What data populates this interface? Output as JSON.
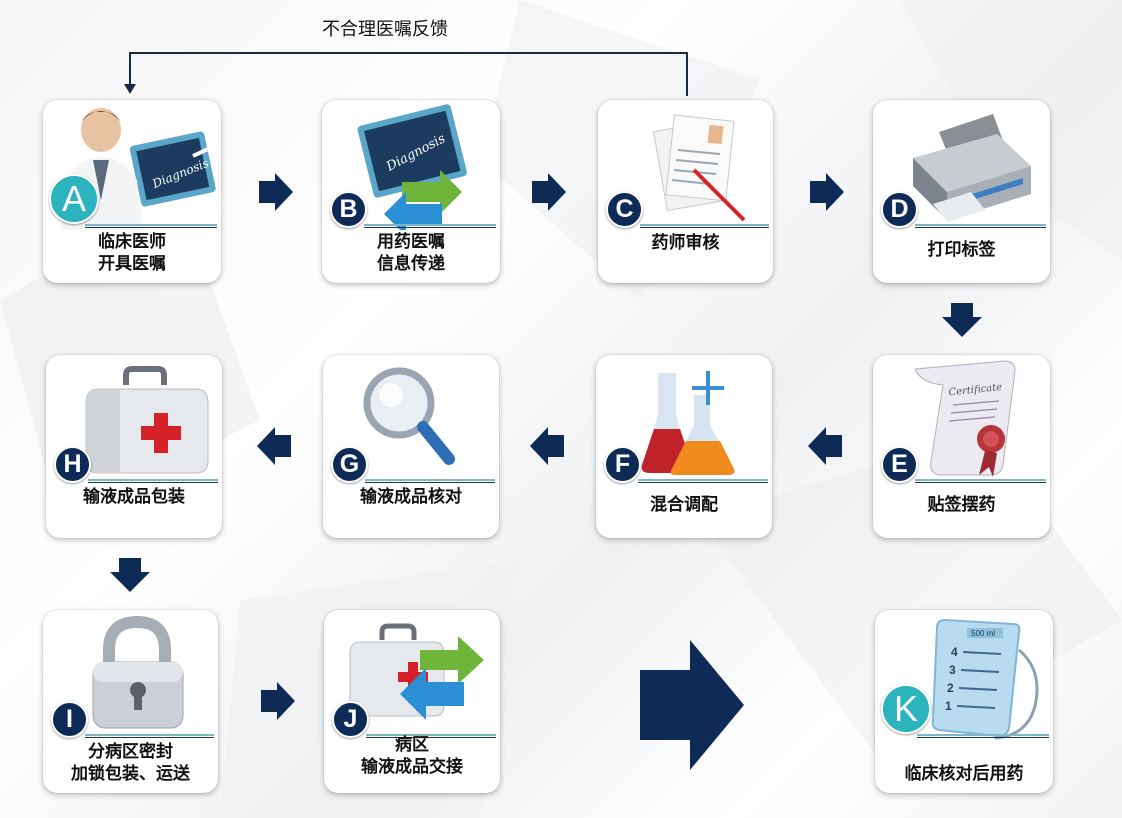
{
  "feedback_label": "不合理医嘱反馈",
  "steps": [
    {
      "letter": "A",
      "label": "临床医师\n开具医嘱",
      "icon": "doctor-diagnosis-icon"
    },
    {
      "letter": "B",
      "label": "用药医嘱\n信息传递",
      "icon": "diagnosis-transfer-icon"
    },
    {
      "letter": "C",
      "label": "药师审核",
      "icon": "documents-pen-icon"
    },
    {
      "letter": "D",
      "label": "打印标签",
      "icon": "printer-icon"
    },
    {
      "letter": "E",
      "label": "贴签摆药",
      "icon": "certificate-scroll-icon"
    },
    {
      "letter": "F",
      "label": "混合调配",
      "icon": "flasks-mixing-icon"
    },
    {
      "letter": "G",
      "label": "输液成品核对",
      "icon": "magnifier-icon"
    },
    {
      "letter": "H",
      "label": "输液成品包装",
      "icon": "medical-case-icon"
    },
    {
      "letter": "I",
      "label": "分病区密封\n加锁包装、运送",
      "icon": "padlock-icon"
    },
    {
      "letter": "J",
      "label": "病区\n输液成品交接",
      "icon": "medical-case-arrows-icon"
    },
    {
      "letter": "K",
      "label": "临床核对后用药",
      "icon": "iv-bag-icon"
    }
  ],
  "colors": {
    "arrow": "#0e2a57",
    "badge": "#0e2a57",
    "badge_accent": "#2bb3be",
    "rule": "#7fb7c6"
  }
}
